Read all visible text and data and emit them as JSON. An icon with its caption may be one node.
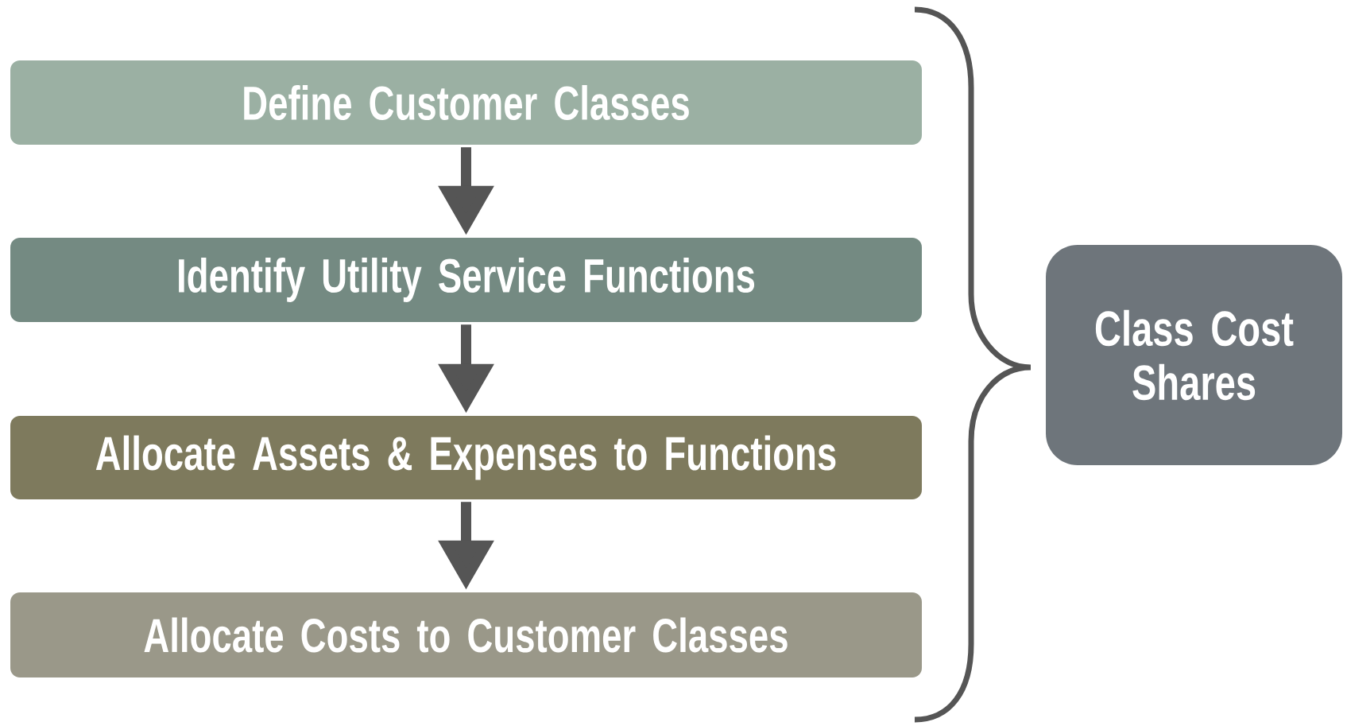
{
  "diagram": {
    "nodes": [
      {
        "text": [
          "Define Customer Classes"
        ]
      },
      {
        "text": [
          "Identify Utility Service Functions"
        ]
      },
      {
        "text": [
          "Allocate Assets & Expenses to Functions"
        ]
      },
      {
        "text": [
          "Allocate Costs to Customer Classes"
        ]
      },
      {
        "text": [
          "Class Cost Shares"
        ]
      }
    ],
    "edges": [
      {
        "from": 0,
        "to": 1,
        "arrow": "to"
      },
      {
        "from": 1,
        "to": 2,
        "arrow": "to"
      },
      {
        "from": 2,
        "to": 3,
        "arrow": "to"
      }
    ]
  }
}
